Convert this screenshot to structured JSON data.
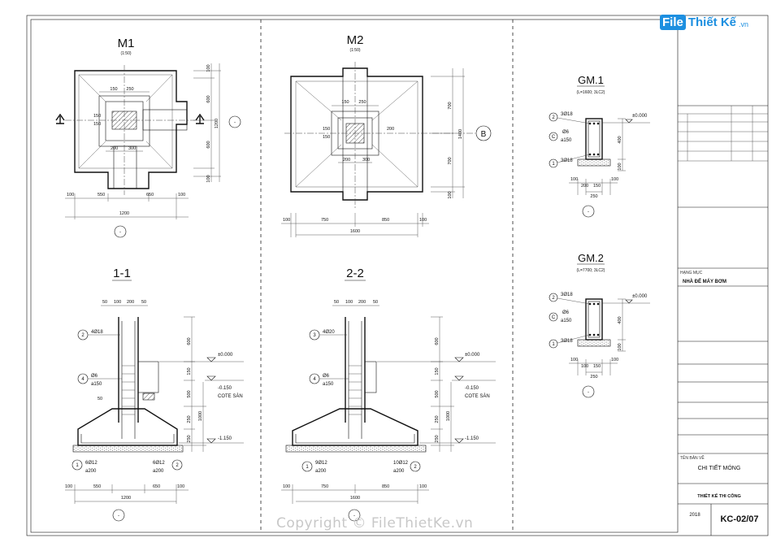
{
  "logo": {
    "mark": "File",
    "name": "Thiết Kế",
    "domain": ".vn"
  },
  "watermark": "Copyright © FileThietKe.vn",
  "plans": {
    "m1": {
      "title": "M1",
      "scale": "(1:50)",
      "dims_bottom": [
        "100",
        "550",
        "650",
        "100"
      ],
      "total_bottom": "1200",
      "dims_right": [
        "100",
        "600",
        "600",
        "100"
      ],
      "total_right": "1200",
      "inner": [
        "150",
        "250",
        "150",
        "150",
        "200",
        "300"
      ]
    },
    "m2": {
      "title": "M2",
      "scale": "(1:50)",
      "dims_bottom": [
        "100",
        "750",
        "850",
        "100"
      ],
      "total_bottom": "1600",
      "dims_right": [
        "700",
        "700",
        "100"
      ],
      "total_right": "1400",
      "inner": [
        "150",
        "250",
        "150",
        "150",
        "200",
        "200",
        "300"
      ],
      "axis": "B"
    }
  },
  "sections": {
    "s11": {
      "title": "1-1",
      "top_dims": [
        "50",
        "100",
        "200",
        "50"
      ],
      "bar_main": "4Ø18",
      "stirrup": "Ø6",
      "stirrup_s": "a150",
      "mark_main": "2",
      "mark_stirrup": "4",
      "cover": "50",
      "lvl0": "±0.000",
      "lvl1": "-0.150",
      "cote": "COTE SÀN",
      "lvl2": "-1.150",
      "bot_l": "6Ø12",
      "bot_l_s": "a200",
      "bot_r": "6Ø12",
      "bot_r_s": "a200",
      "mark_bl": "1",
      "mark_br": "2",
      "vdims": [
        "600",
        "150",
        "500",
        "250",
        "250"
      ],
      "vtotal": "1000",
      "dims_bottom": [
        "100",
        "550",
        "650",
        "100"
      ],
      "total_bottom": "1200"
    },
    "s22": {
      "title": "2-2",
      "top_dims": [
        "50",
        "100",
        "200",
        "50"
      ],
      "bar_main": "4Ø20",
      "stirrup": "Ø6",
      "stirrup_s": "a150",
      "mark_main": "3",
      "mark_stirrup": "4",
      "lvl0": "±0.000",
      "lvl1": "-0.150",
      "cote": "COTE SÀN",
      "lvl2": "-1.150",
      "bot_l": "9Ø12",
      "bot_l_s": "a200",
      "bot_r": "10Ø12",
      "bot_r_s": "a200",
      "mark_bl": "1",
      "mark_br": "2",
      "vdims": [
        "600",
        "150",
        "500",
        "250",
        "250"
      ],
      "vtotal": "1000",
      "dims_bottom": [
        "100",
        "750",
        "850",
        "100"
      ],
      "total_bottom": "1600"
    }
  },
  "beams": {
    "gm1": {
      "title": "GM.1",
      "scale": "(L=1600; 3LC2)",
      "top": "3Ø18",
      "stir": "Ø6",
      "stir_s": "a150",
      "bot": "3Ø18",
      "m1": "2",
      "m2": "C",
      "m3": "1",
      "lvl": "±0.000",
      "h": "400",
      "hb": "100",
      "dims": [
        "100",
        "200",
        "150",
        "100"
      ],
      "w": "250"
    },
    "gm2": {
      "title": "GM.2",
      "scale": "(L=7700; 3LC2)",
      "top": "3Ø18",
      "stir": "Ø6",
      "stir_s": "a150",
      "bot": "3Ø18",
      "m1": "2",
      "m2": "C",
      "m3": "1",
      "lvl": "±0.000",
      "h": "400",
      "hb": "100",
      "dims": [
        "100",
        "100",
        "150",
        "100"
      ],
      "w": "250"
    }
  },
  "titleblock": {
    "project_label": "HẠNG MỤC",
    "project": "NHÀ ĐỂ MÁY BƠM",
    "drawing_label": "TÊN BẢN VẼ",
    "drawing": "CHI TIẾT MÓNG",
    "phase": "THIẾT KẾ THI CÔNG",
    "year": "2018",
    "sheet": "KC-02/07"
  }
}
